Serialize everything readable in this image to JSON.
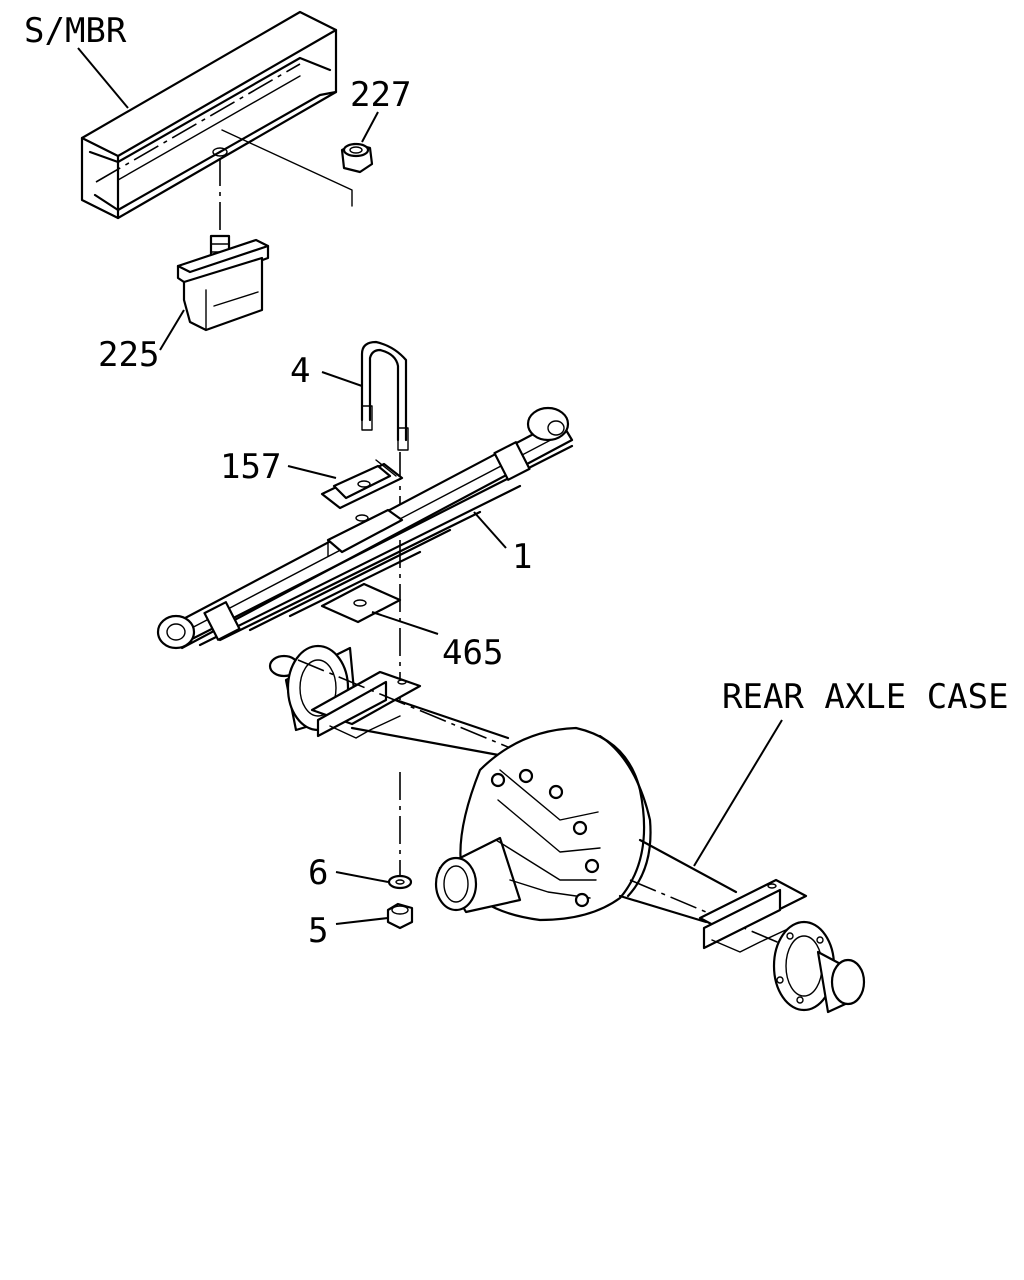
{
  "labels": {
    "s_mbr": "S/MBR",
    "part_227": "227",
    "part_225": "225",
    "part_4": "4",
    "part_157": "157",
    "part_1": "1",
    "part_465": "465",
    "rear_axle_case": "REAR AXLE CASE",
    "part_6": "6",
    "part_5": "5"
  }
}
